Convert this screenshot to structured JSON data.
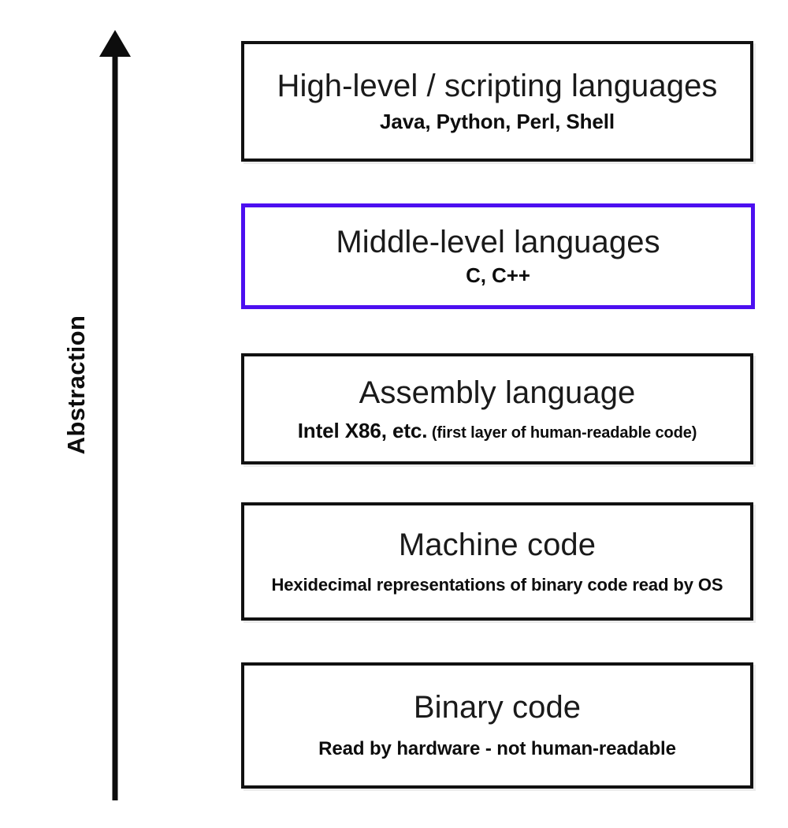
{
  "diagram": {
    "axis": {
      "label": "Abstraction",
      "direction": "up",
      "arrow_icon": "up-arrow-icon"
    },
    "accent_color": "#4c0ff0",
    "border_color": "#111111",
    "layers": [
      {
        "id": "high-level",
        "title": "High-level / scripting languages",
        "subtitle": "Java, Python, Perl, Shell",
        "note": "",
        "highlighted": false
      },
      {
        "id": "middle-level",
        "title": "Middle-level languages",
        "subtitle": "C, C++",
        "note": "",
        "highlighted": true
      },
      {
        "id": "assembly",
        "title": "Assembly language",
        "subtitle": "Intel X86, etc.",
        "note": "(first layer of human-readable code)",
        "highlighted": false
      },
      {
        "id": "machine-code",
        "title": "Machine code",
        "subtitle": "Hexidecimal representations of binary code read by OS",
        "note": "",
        "highlighted": false
      },
      {
        "id": "binary-code",
        "title": "Binary code",
        "subtitle": "Read by hardware - not human-readable",
        "note": "",
        "highlighted": false
      }
    ]
  }
}
